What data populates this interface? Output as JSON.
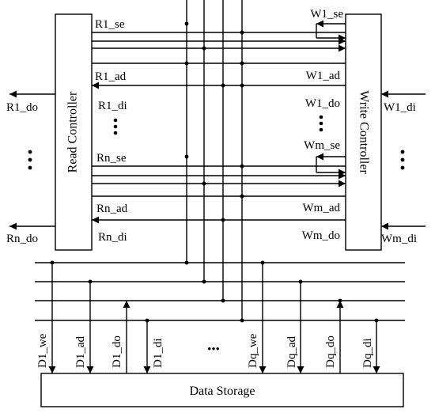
{
  "blocks": {
    "read_controller": "Read Controller",
    "write_controller": "Write Controller",
    "data_storage": "Data Storage"
  },
  "read_side": {
    "r1_se": "R1_se",
    "r1_ad": "R1_ad",
    "r1_di": "R1_di",
    "rn_se": "Rn_se",
    "rn_ad": "Rn_ad",
    "rn_di": "Rn_di",
    "r1_do": "R1_do",
    "rn_do": "Rn_do"
  },
  "write_side": {
    "w1_se": "W1_se",
    "w1_ad": "W1_ad",
    "w1_do": "W1_do",
    "wm_se": "Wm_se",
    "wm_ad": "Wm_ad",
    "wm_do": "Wm_do",
    "w1_di": "W1_di",
    "wm_di": "Wm_di"
  },
  "storage_ports": [
    "D1_we",
    "D1_ad",
    "D1_do",
    "D1_di",
    "Dq_we",
    "Dq_ad",
    "Dq_do",
    "Dq_di"
  ],
  "ellipsis": "•••",
  "colors": {
    "line": "#000000",
    "background": "#ffffff"
  }
}
